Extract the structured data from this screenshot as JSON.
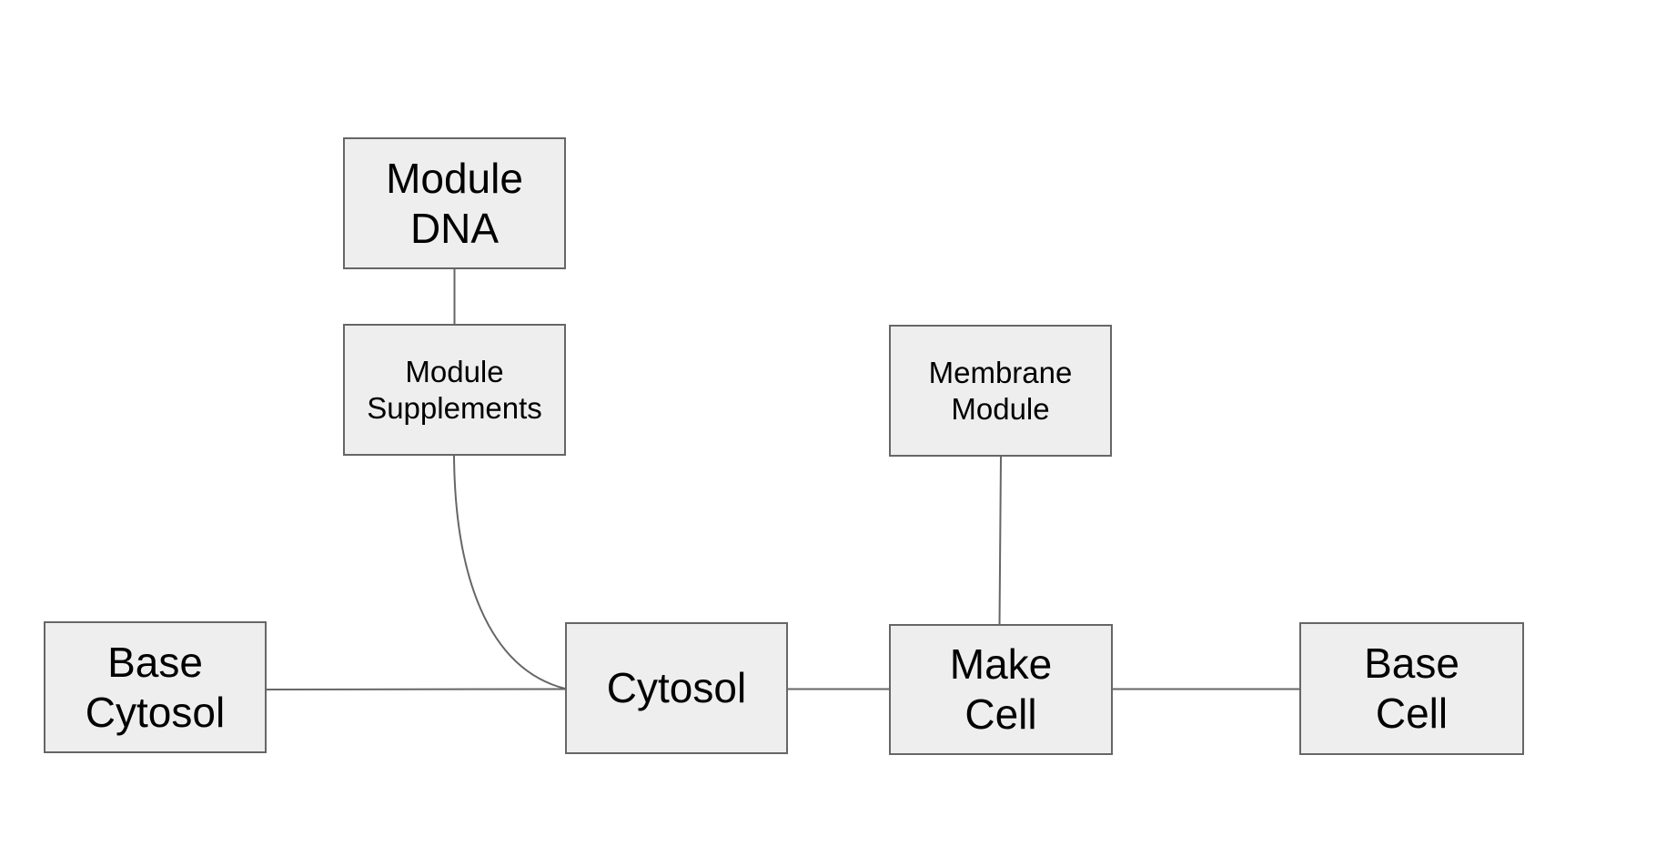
{
  "diagram": {
    "colors": {
      "background": "#ffffff",
      "node_fill": "#eeeeee",
      "node_border": "#666666",
      "edge": "#666666",
      "text": "#000000"
    },
    "nodes": {
      "module_dna": {
        "lines": [
          "Module",
          "DNA"
        ]
      },
      "module_supplements": {
        "lines": [
          "Module",
          "Supplements"
        ]
      },
      "membrane_module": {
        "lines": [
          "Membrane",
          "Module"
        ]
      },
      "base_cytosol": {
        "lines": [
          "Base",
          "Cytosol"
        ]
      },
      "cytosol": {
        "lines": [
          "Cytosol"
        ]
      },
      "make_cell": {
        "lines": [
          "Make",
          "Cell"
        ]
      },
      "base_cell": {
        "lines": [
          "Base",
          "Cell"
        ]
      }
    },
    "edges": [
      {
        "from": "module_dna",
        "to": "module_supplements"
      },
      {
        "from": "module_supplements",
        "to": "cytosol"
      },
      {
        "from": "base_cytosol",
        "to": "cytosol"
      },
      {
        "from": "cytosol",
        "to": "make_cell"
      },
      {
        "from": "membrane_module",
        "to": "make_cell"
      },
      {
        "from": "make_cell",
        "to": "base_cell"
      }
    ]
  }
}
